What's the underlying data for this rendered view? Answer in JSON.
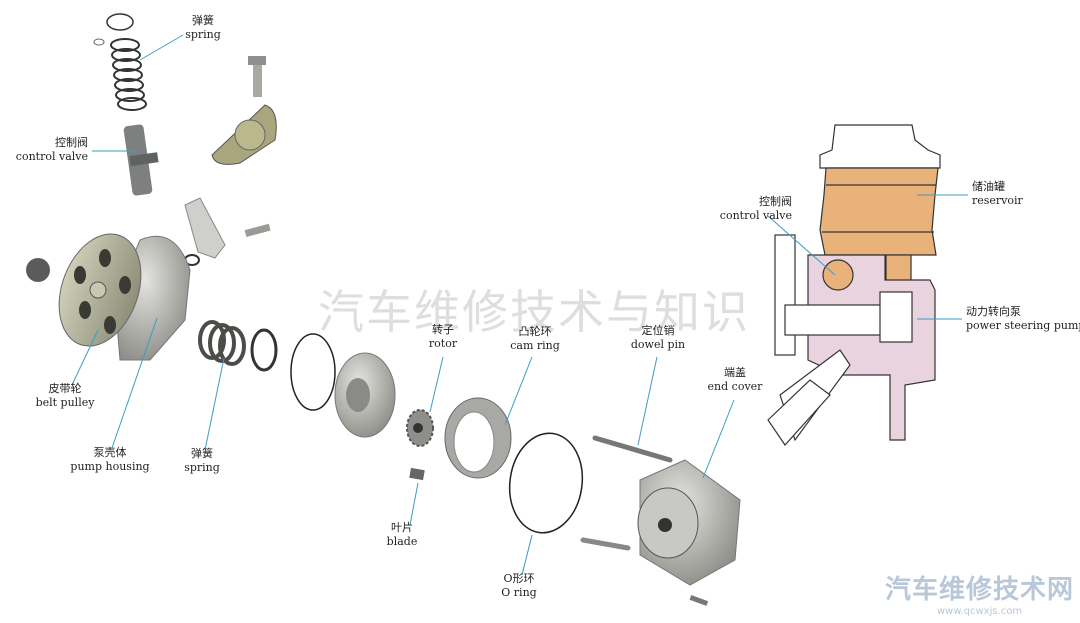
{
  "watermark": {
    "center": "汽车维修技术与知识",
    "brand": "汽车维修技术网",
    "url": "www.qcwxjs.com"
  },
  "colors": {
    "leader": "#3a9ec0",
    "metal": "#b8b8b4",
    "reservoir_fill": "#e8b27a",
    "section_pink": "#e9d3de"
  },
  "labels": {
    "spring_top": {
      "zh": "弹簧",
      "en": "spring"
    },
    "control_valve": {
      "zh": "控制阀",
      "en": "control valve"
    },
    "belt_pulley": {
      "zh": "皮带轮",
      "en": "belt pulley"
    },
    "pump_housing": {
      "zh": "泵壳体",
      "en": "pump housing"
    },
    "spring_bottom": {
      "zh": "弹簧",
      "en": "spring"
    },
    "rotor": {
      "zh": "转子",
      "en": "rotor"
    },
    "cam_ring": {
      "zh": "凸轮环",
      "en": "cam ring"
    },
    "dowel_pin": {
      "zh": "定位销",
      "en": "dowel pin"
    },
    "end_cover": {
      "zh": "端盖",
      "en": "end cover"
    },
    "blade": {
      "zh": "叶片",
      "en": "blade"
    },
    "o_ring": {
      "zh": "O形环",
      "en": "O ring"
    },
    "control_valve_section": {
      "zh": "控制阀",
      "en": "control valve"
    },
    "reservoir": {
      "zh": "储油罐",
      "en": "reservoir"
    },
    "power_steering_pump": {
      "zh": "动力转向泵",
      "en": "power steering pump"
    }
  }
}
